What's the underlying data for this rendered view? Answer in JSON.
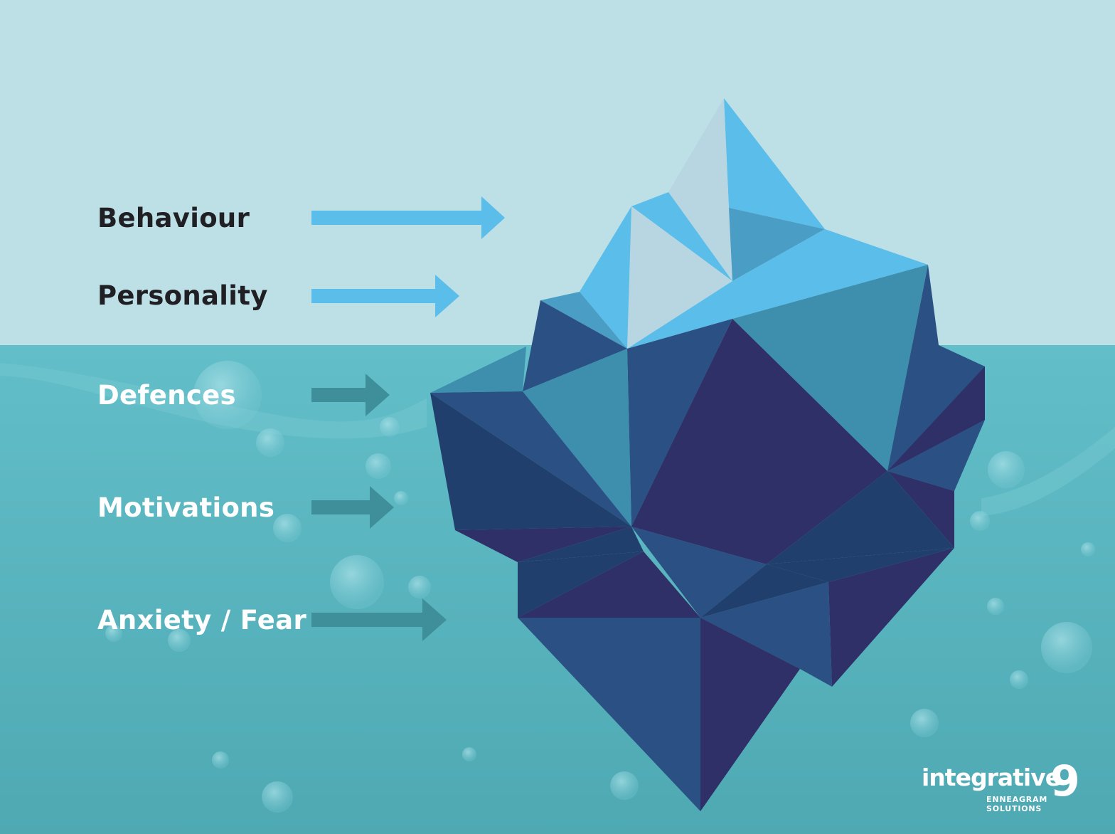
{
  "layers": {
    "behaviour": "Behaviour",
    "personality": "Personality",
    "defences": "Defences",
    "motivations": "Motivations",
    "anxiety_fear": "Anxiety / Fear"
  },
  "logo": {
    "word": "integrative",
    "number": "9",
    "line1": "ENNEAGRAM",
    "line2": "SOLUTIONS"
  },
  "colors": {
    "sky": "#bddfe6",
    "water": "#5cb7c2",
    "arrow_above": "#5bbde9",
    "arrow_below": "#3e8f99",
    "ice_tip_light": "#b8d6e1",
    "ice_tip_blue": "#5bbde9",
    "ice_mid": "#3e8fae",
    "ice_dark": "#2b5083",
    "ice_darker": "#213f6d",
    "ice_deep": "#2f3068"
  }
}
